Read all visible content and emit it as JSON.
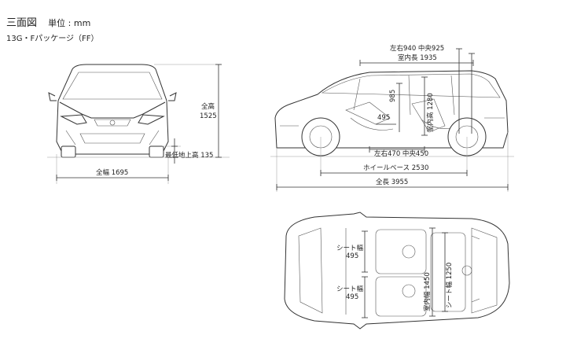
{
  "header": {
    "title": "三面図",
    "unit_label": "単位 : mm",
    "model": "13G・Fパッケージ（FF）"
  },
  "front_view": {
    "total_height": {
      "label": "全高",
      "value": "1525"
    },
    "ground_clearance": "最低地上高 135",
    "total_width": "全幅 1695"
  },
  "side_view": {
    "headroom_lr": "左右940 中央925",
    "interior_length": "室内長 1935",
    "seat_height": "985",
    "interior_height": "室内高 1280",
    "seat_width_front": "495",
    "floor_width": "左右470 中央450",
    "wheelbase": "ホイールベース 2530",
    "total_length": "全長 3955"
  },
  "top_view": {
    "seat_width_front": {
      "label": "シート幅",
      "value": "495"
    },
    "seat_width_rear": {
      "label": "シート幅",
      "value": "495"
    },
    "interior_width": "室内幅 1450",
    "seat_width_total": "シート幅 1250"
  }
}
